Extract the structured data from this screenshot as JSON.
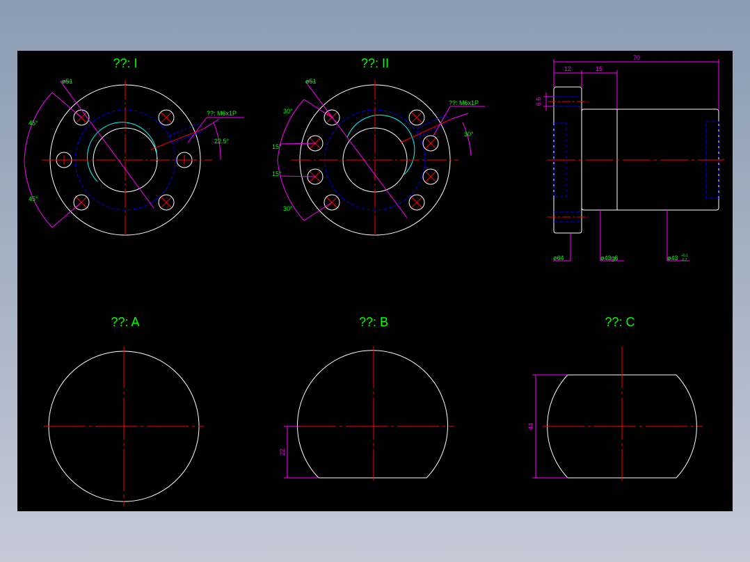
{
  "colors": {
    "background": "#000000",
    "outline": "#ffffff",
    "centerline": "#ff0000",
    "hidden": "#0000ff",
    "dimension": "#ff00ff",
    "text": "#00ff00",
    "thread": "#00ffff"
  },
  "views": {
    "type1": {
      "title": "??: I",
      "dia": "ø51",
      "thread": "??: M6x1P",
      "angle_a": "45°",
      "angle_b": "45°",
      "angle_c": "22.5°"
    },
    "type2": {
      "title": "??: II",
      "dia": "ø51",
      "thread": "??: M6x1P",
      "angle_a": "30°",
      "angle_b": "15°",
      "angle_c": "15°",
      "angle_d": "30°",
      "angle_e": "30°"
    },
    "side": {
      "dim_total": "70",
      "dim_flange": "12",
      "dim_15": "15",
      "dim_height": "6.6",
      "dia_flange": "ø64",
      "dia_body": "ø43g6",
      "dia_bore": "ø43",
      "tol_upper": "+0.1",
      "tol_lower": "-0.2"
    },
    "typeA": {
      "title": "??: A"
    },
    "typeB": {
      "title": "??: B",
      "dim": "22"
    },
    "typeC": {
      "title": "??: C",
      "dim": "44"
    }
  }
}
